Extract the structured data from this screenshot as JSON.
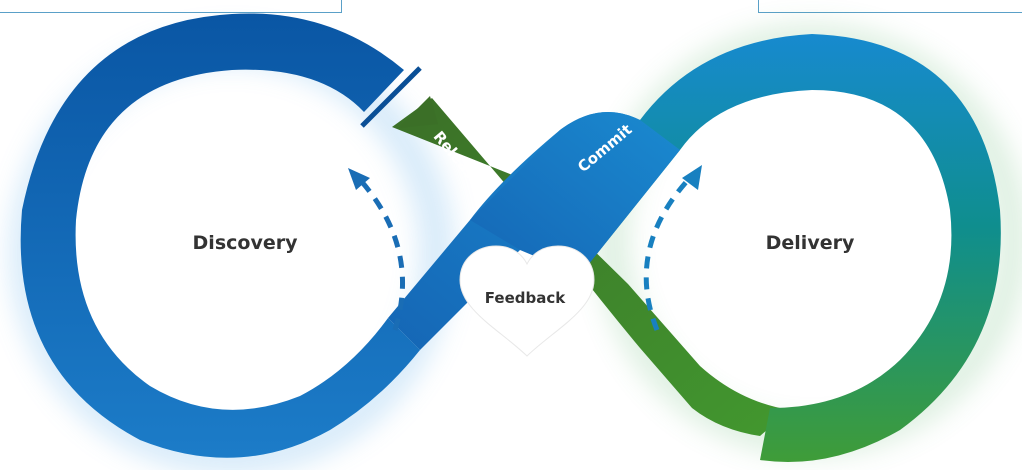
{
  "diagram": {
    "left_label": "Discovery",
    "right_label": "Delivery",
    "center_label": "Feedback",
    "release_label": "Release",
    "commit_label": "Commit"
  },
  "colors": {
    "blue_dark": "#0a5aa8",
    "blue_light": "#1789cf",
    "teal": "#128a8a",
    "green": "#3d9a3a",
    "green_dark": "#3f7a2a",
    "text_dark": "#333333",
    "arrow_blue": "#1a6db5",
    "arrow_teal": "#1880c0"
  }
}
